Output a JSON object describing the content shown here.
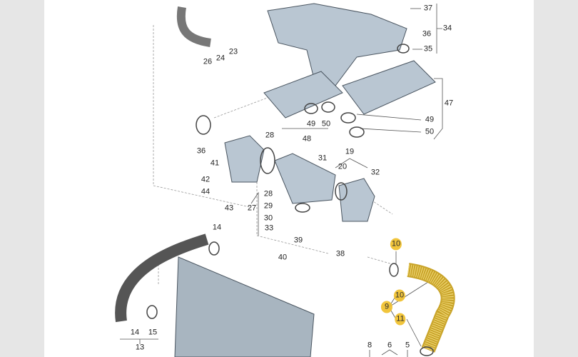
{
  "diagram": {
    "highlight_color": "#f1c232",
    "labels": [
      "37",
      "34",
      "36",
      "35",
      "23",
      "26",
      "24",
      "47",
      "49",
      "50",
      "49",
      "50",
      "48",
      "36",
      "28",
      "31",
      "19",
      "41",
      "20",
      "32",
      "42",
      "44",
      "28",
      "29",
      "27",
      "43",
      "30",
      "33",
      "14",
      "39",
      "40",
      "38",
      "10",
      "10",
      "9",
      "11",
      "14",
      "15",
      "13",
      "8",
      "6",
      "5"
    ]
  }
}
